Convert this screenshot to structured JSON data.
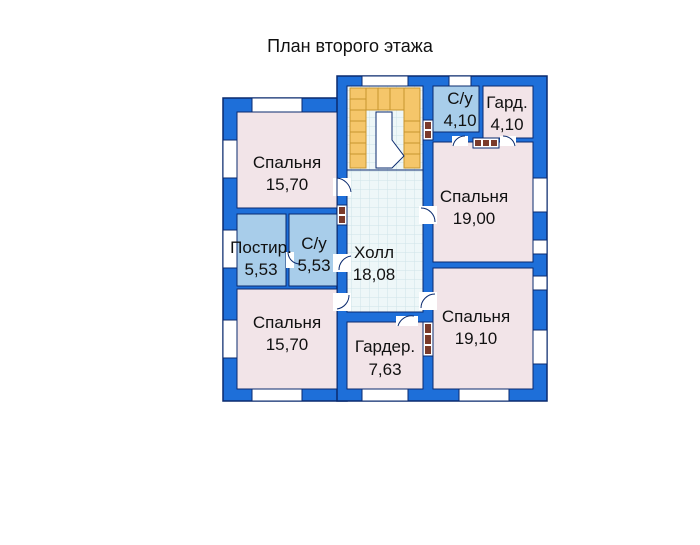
{
  "title": "План второго этажа",
  "colors": {
    "wall": "#1e6fd9",
    "wall_outline": "#0a2a6e",
    "room_pink": "#f2e4e8",
    "room_blue": "#a8cdea",
    "hall_grid": "#d8ecef",
    "stair_orange": "#f5c66a",
    "window_white": "#ffffff"
  },
  "rooms": [
    {
      "id": "bedroom-nw",
      "name": "Спальня",
      "area": "15,70"
    },
    {
      "id": "bedroom-sw",
      "name": "Спальня",
      "area": "15,70"
    },
    {
      "id": "storage",
      "name": "Постир.",
      "area": "5,53"
    },
    {
      "id": "bath-w",
      "name": "С/у",
      "area": "5,53"
    },
    {
      "id": "hall",
      "name": "Холл",
      "area": "18,08"
    },
    {
      "id": "wardrobe-s",
      "name": "Гардер.",
      "area": "7,63"
    },
    {
      "id": "bath-n",
      "name": "С/у",
      "area": "4,10"
    },
    {
      "id": "wardrobe-n",
      "name": "Гард.",
      "area": "4,10"
    },
    {
      "id": "bedroom-ne",
      "name": "Спальня",
      "area": "19,00"
    },
    {
      "id": "bedroom-se",
      "name": "Спальня",
      "area": "19,10"
    }
  ]
}
